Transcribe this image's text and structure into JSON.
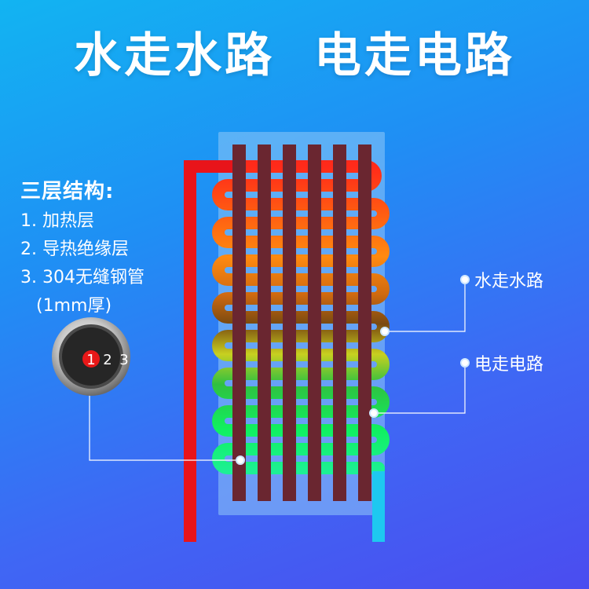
{
  "title": "水走水路  电走电路",
  "structure": {
    "heading": "三层结构:",
    "items": [
      "1. 加热层",
      "2. 导热绝缘层",
      "3. 304无缝钢管"
    ],
    "note": "(1mm厚)",
    "layer_numbers": [
      "1",
      "2",
      "3"
    ]
  },
  "callouts": {
    "water": "水走水路",
    "electric": "电走电路"
  },
  "colors": {
    "pipe_hot": "#e8141a",
    "pipe_cold": "#1ec8f0",
    "rod": "#6a2630",
    "panel": "#8fc8f8"
  }
}
